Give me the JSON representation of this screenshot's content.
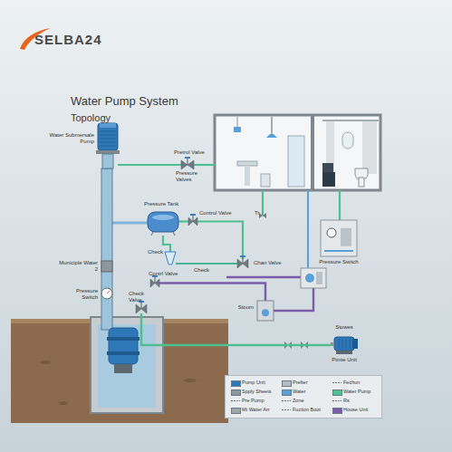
{
  "diagram": {
    "title": "Water Pump System",
    "nodes": [
      {
        "text": [
          "Water Submersale Pump"
        ]
      },
      {
        "text": [
          "Pretrol Valve",
          "Pressure Valves"
        ]
      },
      {
        "text": [
          "Pressure Tank"
        ]
      },
      {
        "text": [
          "Control Valve"
        ]
      },
      {
        "text": [
          "Pressure Switch"
        ]
      },
      {
        "text": [
          "Check"
        ]
      },
      {
        "text": [
          "Chan Valve"
        ]
      },
      {
        "text": [
          "Municiple Water 2"
        ]
      },
      {
        "text": [
          "Contrl Valve"
        ]
      },
      {
        "text": [
          "Pressure Switch"
        ]
      },
      {
        "text": [
          "Stoum"
        ]
      },
      {
        "text": [
          "Check Valve"
        ]
      },
      {
        "text": [
          "Stowes",
          "Pimte Unit"
        ]
      }
    ],
    "edges": [
      {
        "from": 0,
        "to": 1,
        "arrow": "none"
      },
      {
        "from": 2,
        "to": 3,
        "arrow": "none"
      },
      {
        "from": 3,
        "to": 6,
        "arrow": "none"
      },
      {
        "from": 5,
        "to": 6,
        "arrow": "none"
      },
      {
        "from": 11,
        "to": 12,
        "arrow": "none"
      },
      {
        "from": 8,
        "to": 10,
        "arrow": "none"
      }
    ],
    "labels": [
      "SELBA24",
      "Topology",
      "Tr",
      "Check"
    ],
    "legend": [
      {
        "text": "Pump Unit",
        "color": "#2f78b8"
      },
      {
        "text": "Spply Sheets",
        "color": "#8c959b"
      },
      {
        "text": "Pre Pump"
      },
      {
        "text": "Mt Water Arr",
        "color": "#9ea7ad"
      },
      {
        "text": "Prefter",
        "color": "#b5bcc1"
      },
      {
        "text": "Water",
        "color": "#5aa0d8"
      },
      {
        "text": "Zone"
      },
      {
        "text": "Fuction Boot"
      },
      {
        "text": "Fechun"
      },
      {
        "text": "Water Pump",
        "color": "#4fc08d"
      },
      {
        "text": "Rs"
      },
      {
        "text": "House Unit",
        "color": "#7a5ca8"
      }
    ]
  }
}
